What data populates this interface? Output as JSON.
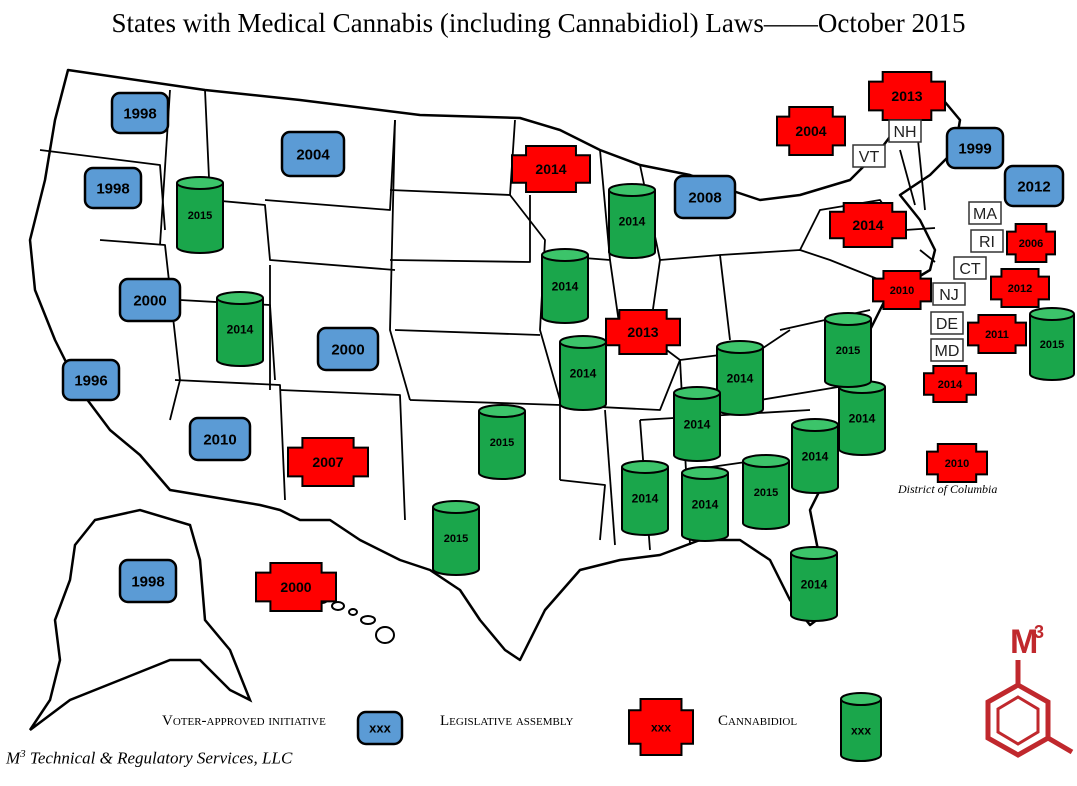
{
  "title": "States with Medical Cannabis (including Cannabidiol) Laws——October 2015",
  "colors": {
    "voter": "#5b9bd5",
    "legislative": "#ff0000",
    "cannabidiol": "#1aa64b",
    "cannabidiol_top": "#3cc46a",
    "logo": "#c0282d"
  },
  "states": [
    {
      "state": "WA",
      "year": "1998",
      "type": "voter"
    },
    {
      "state": "OR",
      "year": "1998",
      "type": "voter"
    },
    {
      "state": "CA",
      "year": "1996",
      "type": "voter"
    },
    {
      "state": "NV",
      "year": "2000",
      "type": "voter"
    },
    {
      "state": "MT",
      "year": "2004",
      "type": "voter"
    },
    {
      "state": "CO",
      "year": "2000",
      "type": "voter"
    },
    {
      "state": "AZ",
      "year": "2010",
      "type": "voter"
    },
    {
      "state": "AK",
      "year": "1998",
      "type": "voter"
    },
    {
      "state": "MI",
      "year": "2008",
      "type": "voter"
    },
    {
      "state": "ME",
      "year": "1999",
      "type": "voter"
    },
    {
      "state": "MA",
      "year": "2012",
      "type": "voter"
    },
    {
      "state": "NM",
      "year": "2007",
      "type": "legislative"
    },
    {
      "state": "HI",
      "year": "2000",
      "type": "legislative"
    },
    {
      "state": "MN",
      "year": "2014",
      "type": "legislative"
    },
    {
      "state": "IL",
      "year": "2013",
      "type": "legislative"
    },
    {
      "state": "NY",
      "year": "2014",
      "type": "legislative"
    },
    {
      "state": "VT",
      "year": "2004",
      "type": "legislative"
    },
    {
      "state": "NH",
      "year": "2013",
      "type": "legislative"
    },
    {
      "state": "RI",
      "year": "2006",
      "type": "legislative"
    },
    {
      "state": "CT",
      "year": "2012",
      "type": "legislative"
    },
    {
      "state": "NJ",
      "year": "2010",
      "type": "legislative"
    },
    {
      "state": "DE",
      "year": "2011",
      "type": "legislative"
    },
    {
      "state": "MD",
      "year": "2014",
      "type": "legislative"
    },
    {
      "state": "DC",
      "year": "2010",
      "type": "legislative"
    },
    {
      "state": "WY",
      "year": "2015",
      "type": "cannabidiol"
    },
    {
      "state": "UT",
      "year": "2014",
      "type": "cannabidiol"
    },
    {
      "state": "WI",
      "year": "2014",
      "type": "cannabidiol"
    },
    {
      "state": "IA",
      "year": "2014",
      "type": "cannabidiol"
    },
    {
      "state": "MO",
      "year": "2014",
      "type": "cannabidiol"
    },
    {
      "state": "OK",
      "year": "2015",
      "type": "cannabidiol"
    },
    {
      "state": "TX",
      "year": "2015",
      "type": "cannabidiol"
    },
    {
      "state": "KY",
      "year": "2014",
      "type": "cannabidiol"
    },
    {
      "state": "TN",
      "year": "2014",
      "type": "cannabidiol"
    },
    {
      "state": "MS",
      "year": "2014",
      "type": "cannabidiol"
    },
    {
      "state": "AL",
      "year": "2014",
      "type": "cannabidiol"
    },
    {
      "state": "GA",
      "year": "2015",
      "type": "cannabidiol"
    },
    {
      "state": "SC",
      "year": "2014",
      "type": "cannabidiol"
    },
    {
      "state": "NC",
      "year": "2014",
      "type": "cannabidiol"
    },
    {
      "state": "VA",
      "year": "2015",
      "type": "cannabidiol"
    },
    {
      "state": "FL",
      "year": "2014",
      "type": "cannabidiol"
    },
    {
      "state": "DE-CBD",
      "year": "2015",
      "type": "cannabidiol"
    }
  ],
  "state_abbreviations": [
    "NH",
    "VT",
    "MA",
    "RI",
    "CT",
    "NJ",
    "DE",
    "MD"
  ],
  "dc_label": "District of Columbia",
  "legend": {
    "voter_label": "Voter-approved initiative",
    "legislative_label": "Legislative assembly",
    "cannabidiol_label": "Cannabidiol",
    "placeholder": "xxx"
  },
  "company": {
    "prefix": "M",
    "superscript": "3",
    "suffix": " Technical & Regulatory Services, LLC"
  },
  "logo": {
    "letter": "M",
    "superscript": "3"
  }
}
